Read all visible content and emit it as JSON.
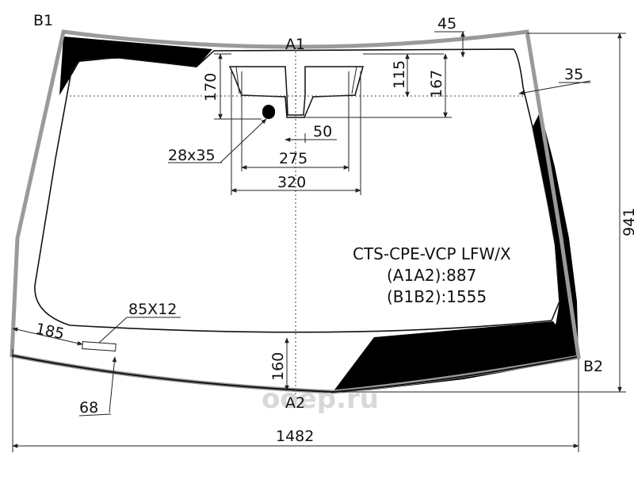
{
  "points": {
    "b1": "B1",
    "b2": "B2",
    "a1": "A1",
    "a2": "A2"
  },
  "dimensions": {
    "top_left_gap": "45",
    "side_band": "35",
    "overall_height": "941",
    "bracket_height": "170",
    "sensor_height_a": "115",
    "sensor_height_b": "167",
    "sensor_gap": "50",
    "hole_size": "28x35",
    "inner_width": "275",
    "outer_width": "320",
    "bottom_label_size": "85X12",
    "label_offset_x": "185",
    "label_offset_y": "68",
    "bottom_height": "160",
    "overall_width": "1482"
  },
  "spec": {
    "code": "CTS-CPE-VCP LFW/X",
    "a1a2": "(A1A2):887",
    "b1b2": "(B1B2):1555"
  },
  "watermark": {
    "text": "ooep.ru"
  },
  "colors": {
    "frame": "#9a9a9a",
    "black_band": "#000000",
    "line": "#222222"
  }
}
